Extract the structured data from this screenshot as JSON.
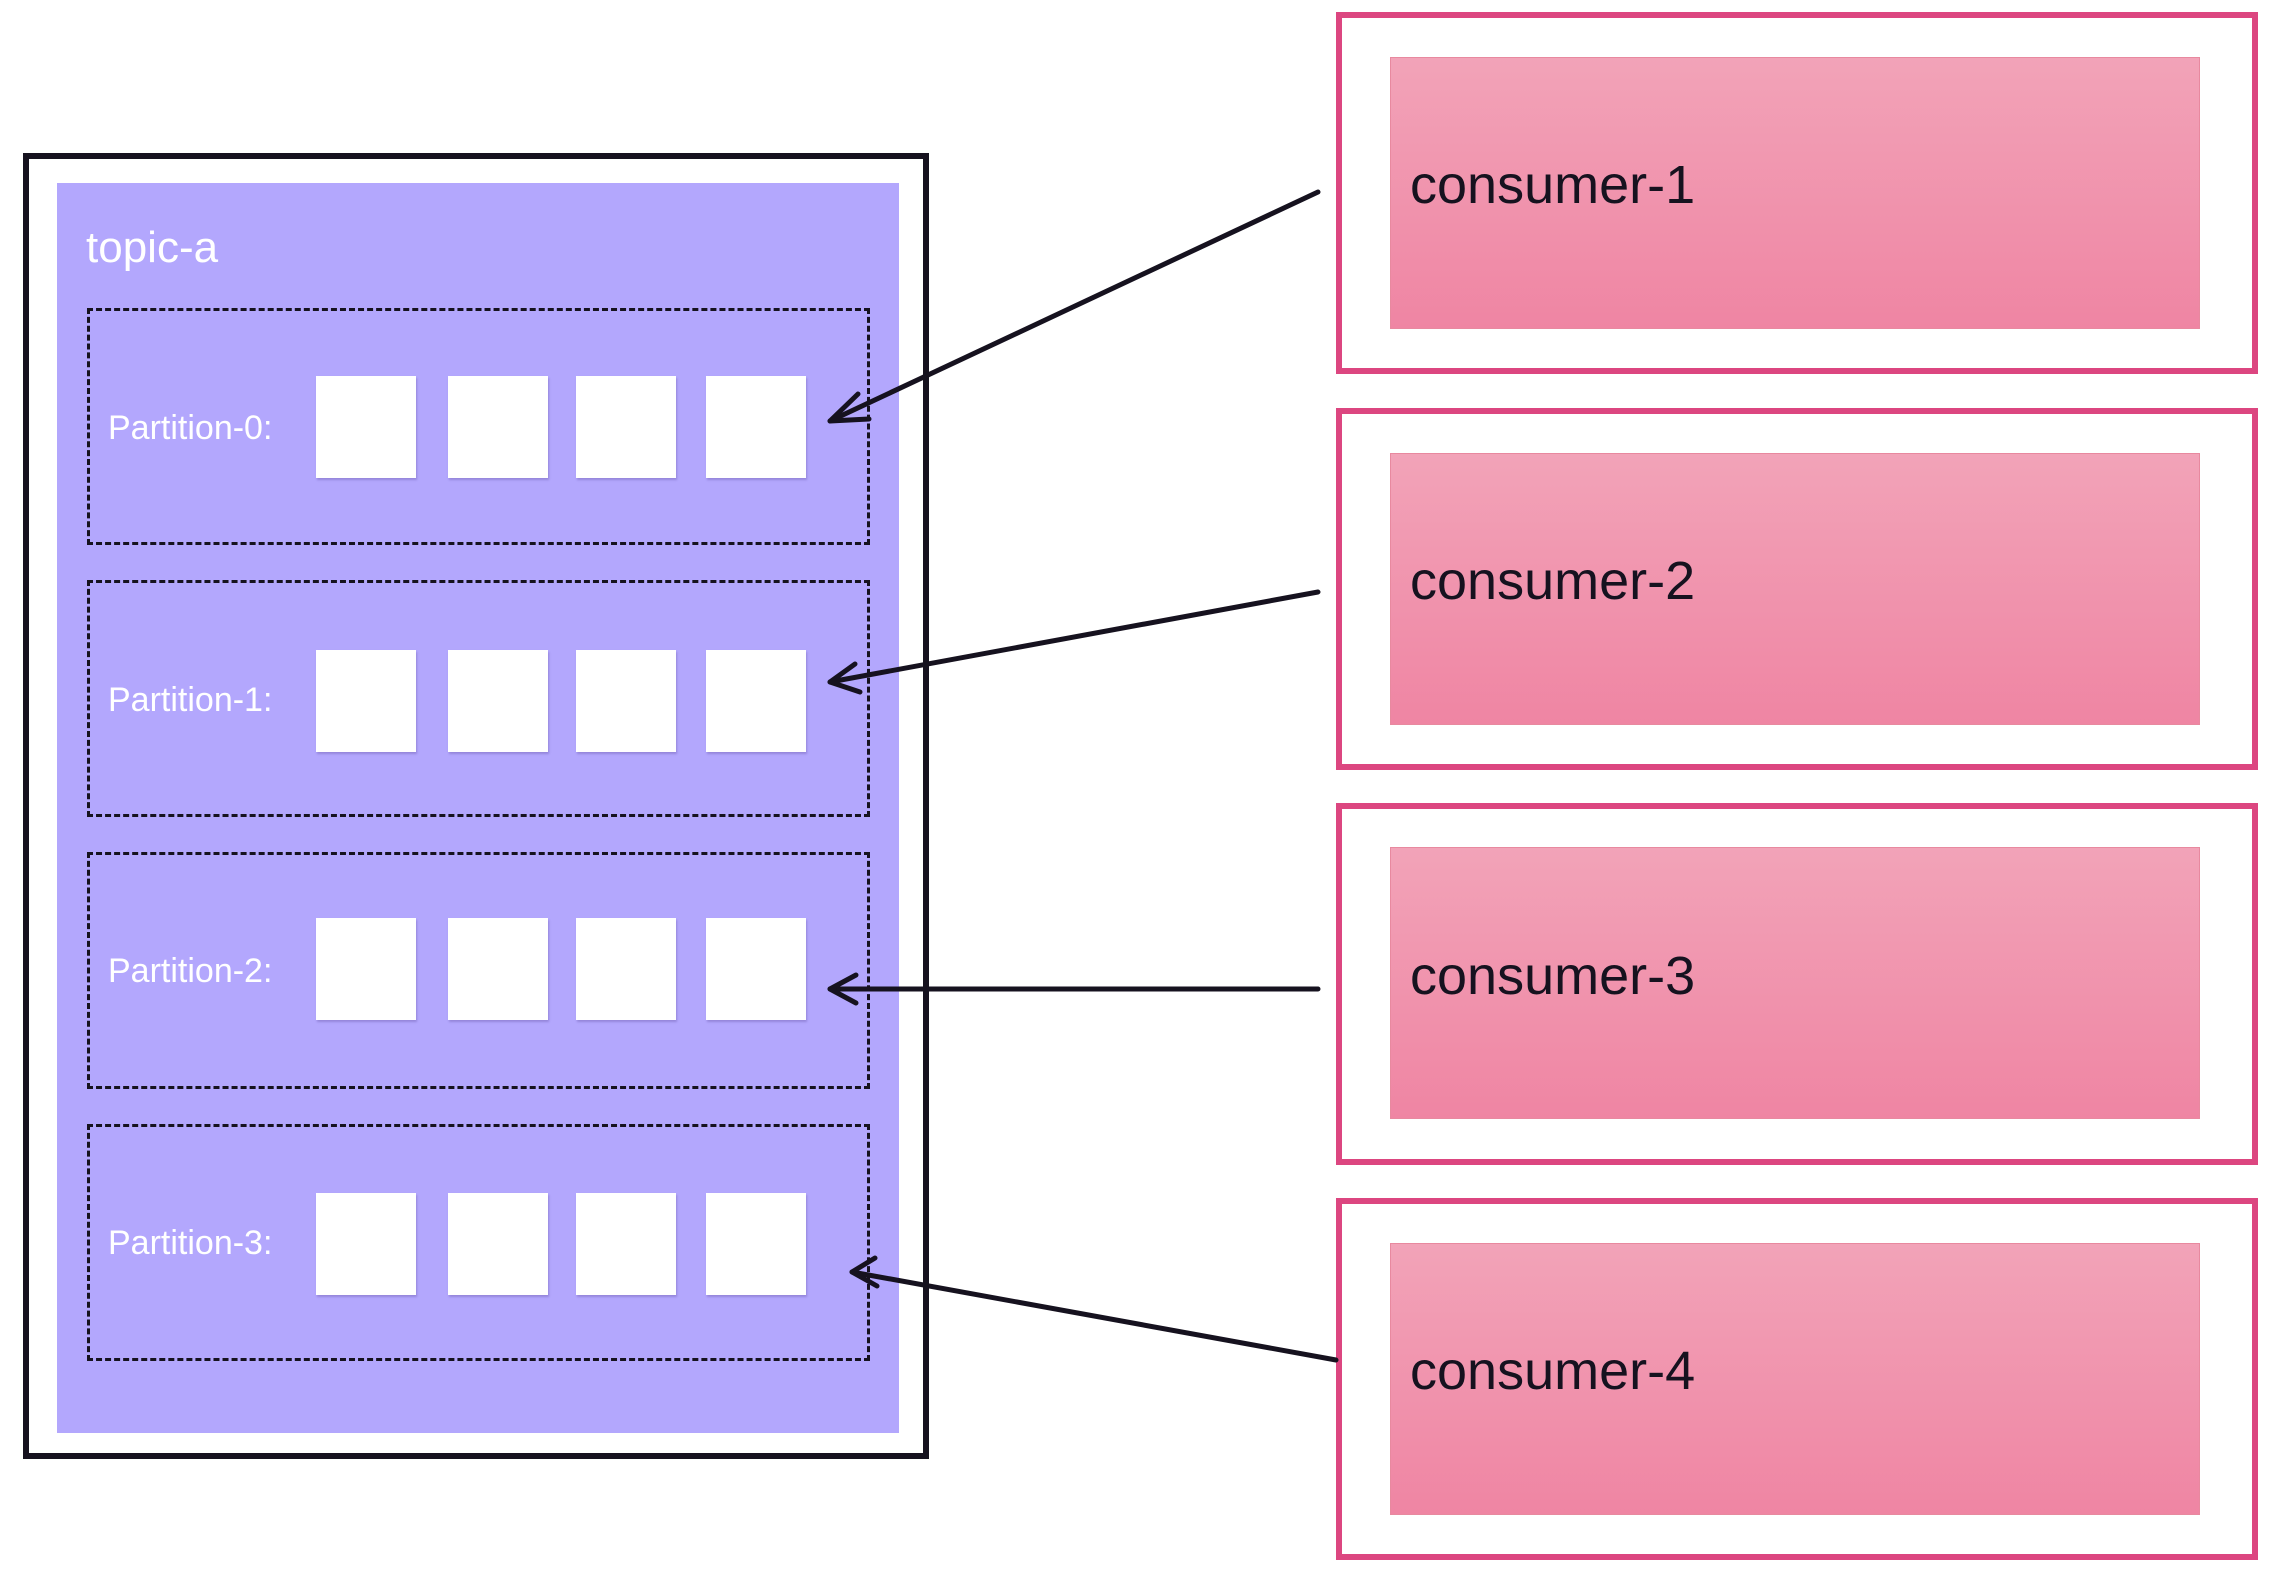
{
  "topic": {
    "title": "topic-a"
  },
  "partitions": [
    {
      "label": "Partition-0:",
      "messages": 4
    },
    {
      "label": "Partition-1:",
      "messages": 4
    },
    {
      "label": "Partition-2:",
      "messages": 4
    },
    {
      "label": "Partition-3:",
      "messages": 4
    }
  ],
  "consumers": [
    {
      "label": "consumer-1",
      "reads_partition": 0
    },
    {
      "label": "consumer-2",
      "reads_partition": 1
    },
    {
      "label": "consumer-3",
      "reads_partition": 2
    },
    {
      "label": "consumer-4",
      "reads_partition": 3
    }
  ],
  "colors": {
    "topic_fill": "#b3a7fd",
    "consumer_border": "#dc4680",
    "consumer_fill": "#ef8fab",
    "ink": "#16121f"
  }
}
